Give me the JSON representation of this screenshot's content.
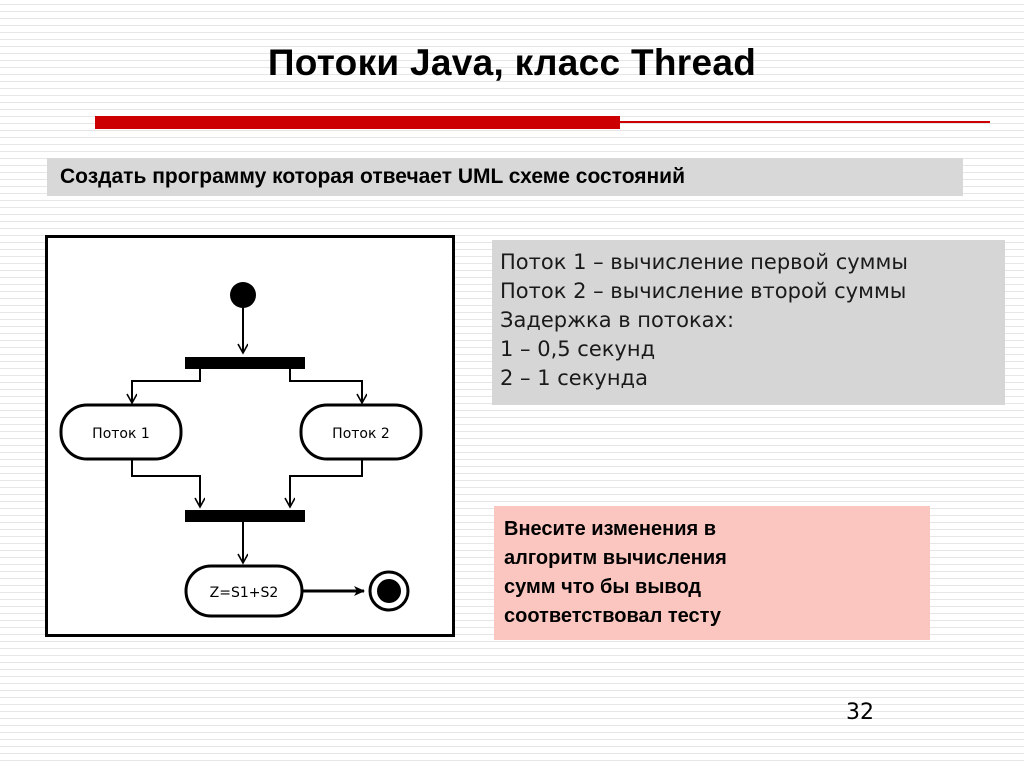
{
  "slide": {
    "title": "Потоки Java, класс Thread",
    "subtitle_banner": "Создать программу которая отвечает UML схеме состояний",
    "page_number": "32",
    "accent_color": "#cc0000",
    "banner_bg": "#d8d8d8",
    "info_bg": "#d6d6d6",
    "note_bg": "#fbc6c0"
  },
  "info_box": {
    "lines": [
      "Поток 1 – вычисление первой суммы",
      "Поток 2 – вычисление второй суммы",
      "Задержка в потоках:",
      "1 – 0,5 секунд",
      "2 – 1 секунда"
    ]
  },
  "note_box": {
    "lines": [
      "Внесите изменения в",
      "алгоритм вычисления",
      "сумм что бы вывод",
      "соответствовал тесту"
    ]
  },
  "diagram": {
    "type": "uml-state-diagram",
    "nodes": {
      "start": "initial-state",
      "fork": "fork-bar",
      "thread1": "Поток 1",
      "thread2": "Поток 2",
      "join": "join-bar",
      "sum": "Z=S1+S2",
      "final": "final-state"
    },
    "transitions": [
      "start -> fork",
      "fork -> thread1",
      "fork -> thread2",
      "thread1 -> join",
      "thread2 -> join",
      "join -> sum",
      "sum -> final"
    ]
  }
}
